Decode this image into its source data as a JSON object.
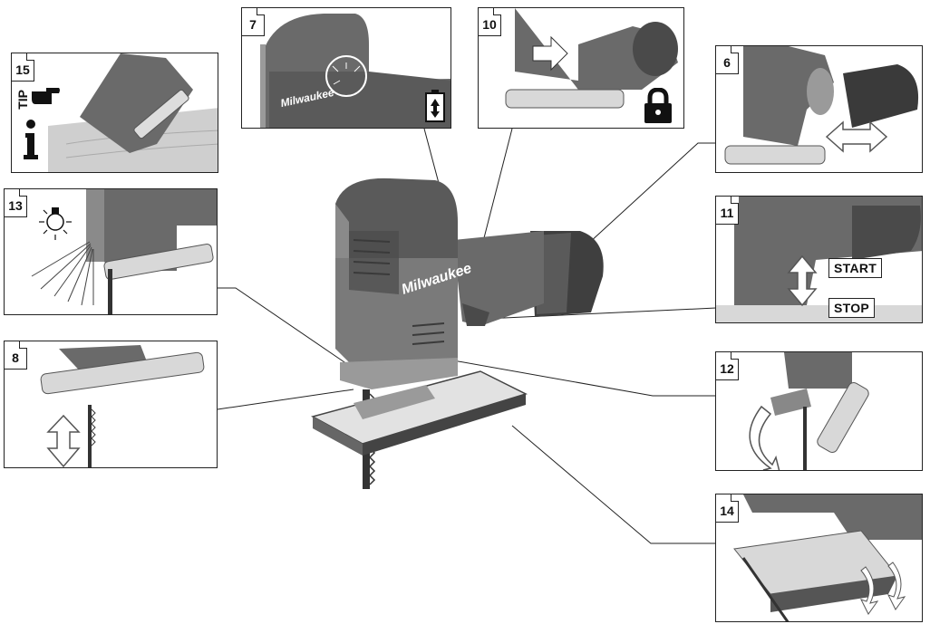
{
  "panels": {
    "p7": {
      "number": "7"
    },
    "p10": {
      "number": "10"
    },
    "p15": {
      "number": "15",
      "tip_text": "TIP"
    },
    "p6": {
      "number": "6"
    },
    "p13": {
      "number": "13"
    },
    "p11": {
      "number": "11",
      "start_label": "START",
      "stop_label": "STOP"
    },
    "p8": {
      "number": "8"
    },
    "p12": {
      "number": "12"
    },
    "p14": {
      "number": "14"
    }
  },
  "tool": {
    "brand": "Milwaukee"
  },
  "icons": {
    "battery": "battery-icon",
    "lock": "lock-icon",
    "tip_hand": "pointing-hand-icon",
    "info": "info-icon",
    "light": "light-bulb-icon",
    "double_arrow": "double-arrow-icon",
    "rotate_arrow": "rotate-arrow-icon"
  },
  "colors": {
    "line": "#222222",
    "tool_dark": "#4a4a4a",
    "tool_mid": "#7a7a7a",
    "tool_light": "#c9c9c9"
  }
}
